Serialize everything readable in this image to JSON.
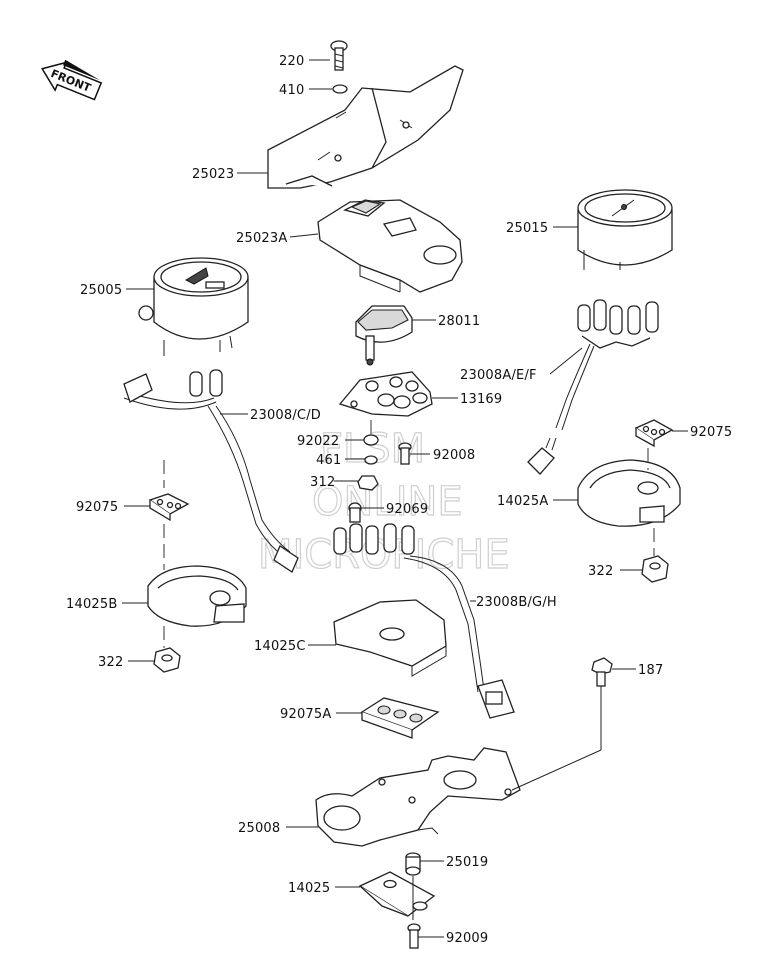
{
  "orientation": {
    "front_label": "FRONT"
  },
  "watermark": {
    "line1": "FLSM",
    "line2": "ONLINE",
    "line3": "MICROFICHE"
  },
  "parts": [
    {
      "id": "p220",
      "number": "220"
    },
    {
      "id": "p410",
      "number": "410"
    },
    {
      "id": "p25023",
      "number": "25023"
    },
    {
      "id": "p25023a",
      "number": "25023A"
    },
    {
      "id": "p25015",
      "number": "25015"
    },
    {
      "id": "p25005",
      "number": "25005"
    },
    {
      "id": "p28011",
      "number": "28011"
    },
    {
      "id": "p23008aef",
      "number": "23008A/E/F"
    },
    {
      "id": "p23008cd",
      "number": "23008/C/D"
    },
    {
      "id": "p13169",
      "number": "13169"
    },
    {
      "id": "p92075r",
      "number": "92075"
    },
    {
      "id": "p92022",
      "number": "92022"
    },
    {
      "id": "p461",
      "number": "461"
    },
    {
      "id": "p92008",
      "number": "92008"
    },
    {
      "id": "p312",
      "number": "312"
    },
    {
      "id": "p14025a",
      "number": "14025A"
    },
    {
      "id": "p92075l",
      "number": "92075"
    },
    {
      "id": "p92069",
      "number": "92069"
    },
    {
      "id": "p322r",
      "number": "322"
    },
    {
      "id": "p14025b",
      "number": "14025B"
    },
    {
      "id": "p23008bgh",
      "number": "23008B/G/H"
    },
    {
      "id": "p14025c",
      "number": "14025C"
    },
    {
      "id": "p322l",
      "number": "322"
    },
    {
      "id": "p187",
      "number": "187"
    },
    {
      "id": "p92075a",
      "number": "92075A"
    },
    {
      "id": "p25008",
      "number": "25008"
    },
    {
      "id": "p25019",
      "number": "25019"
    },
    {
      "id": "p14025",
      "number": "14025"
    },
    {
      "id": "p92009",
      "number": "92009"
    }
  ]
}
